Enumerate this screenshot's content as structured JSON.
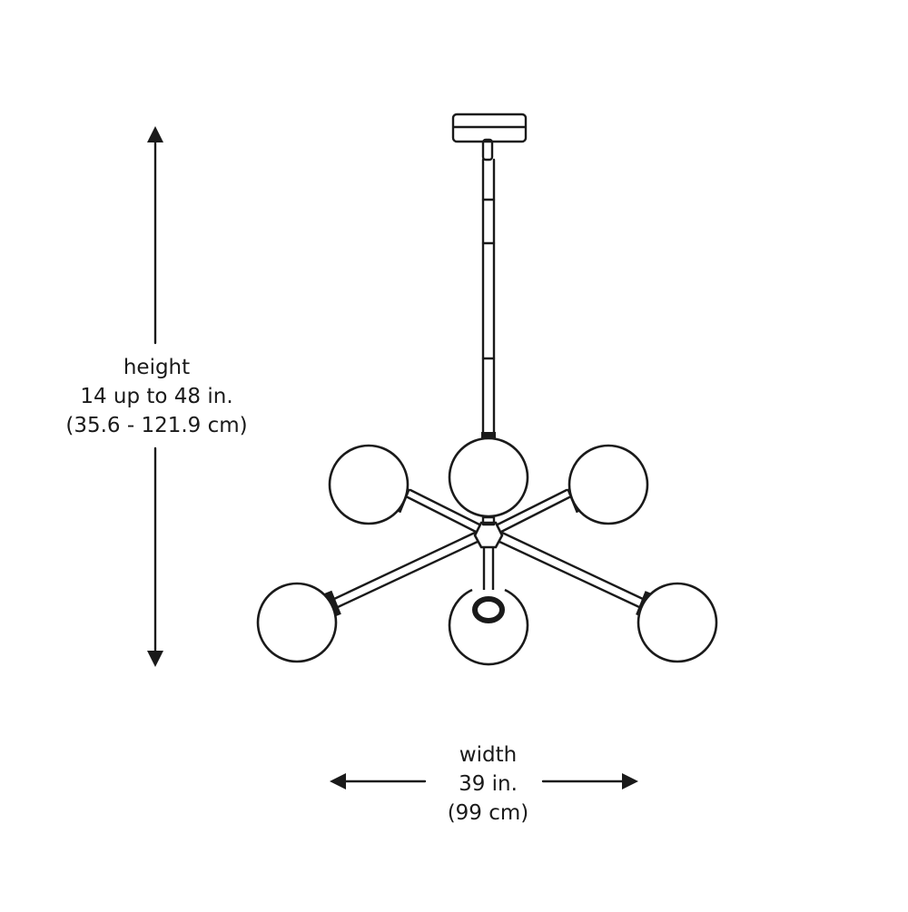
{
  "dimensions": {
    "height": {
      "name": "height",
      "value": "14 up to 48 in.",
      "metric": "(35.6 - 121.9 cm)"
    },
    "width": {
      "name": "width",
      "value": "39 in.",
      "metric": "(99 cm)"
    }
  },
  "fixture": {
    "globe_count": 6
  }
}
